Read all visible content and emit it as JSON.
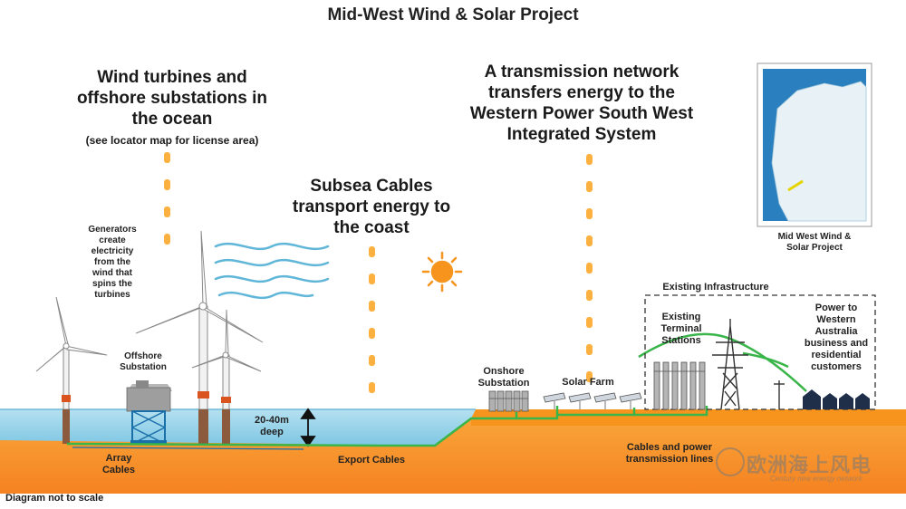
{
  "title": "Mid-West Wind & Solar Project",
  "headings": {
    "wind": [
      "Wind turbines and",
      "offshore substations in",
      "the ocean"
    ],
    "wind_note": "(see locator map for license area)",
    "subsea": [
      "Subsea Cables",
      "transport energy to",
      "the coast"
    ],
    "transmission": [
      "A transmission network",
      "transfers energy to the",
      "Western Power South West",
      "Integrated System"
    ]
  },
  "labels": {
    "generators": [
      "Generators",
      "create",
      "electricity",
      "from the",
      "wind that",
      "spins the",
      "turbines"
    ],
    "offshore_substation": [
      "Offshore",
      "Substation"
    ],
    "depth": [
      "20-40m",
      "deep"
    ],
    "array_cables": [
      "Array",
      "Cables"
    ],
    "export_cables": "Export Cables",
    "onshore_substation": [
      "Onshore",
      "Substation"
    ],
    "solar_farm": "Solar Farm",
    "existing_infrastructure": "Existing Infrastructure",
    "existing_terminal_stations": [
      "Existing",
      "Terminal",
      "Stations"
    ],
    "power_to_wa": [
      "Power to",
      "Western",
      "Australia",
      "business and",
      "residential",
      "customers"
    ],
    "cables_power_transmission": [
      "Cables and power",
      "transmission lines"
    ],
    "map_caption": [
      "Mid West Wind &",
      "Solar Project"
    ],
    "scale_note": "Diagram not to scale"
  },
  "watermark": {
    "main": "欧洲海上风电",
    "sub": "Century new energy network"
  },
  "colors": {
    "sea": "#8ecfe8",
    "land": "#f7941d",
    "land_light": "#fbb040",
    "cable_green": "#39b54a",
    "dots": "#fbb040",
    "sun": "#f7941d",
    "wind_lines": "#5fb6d8"
  }
}
